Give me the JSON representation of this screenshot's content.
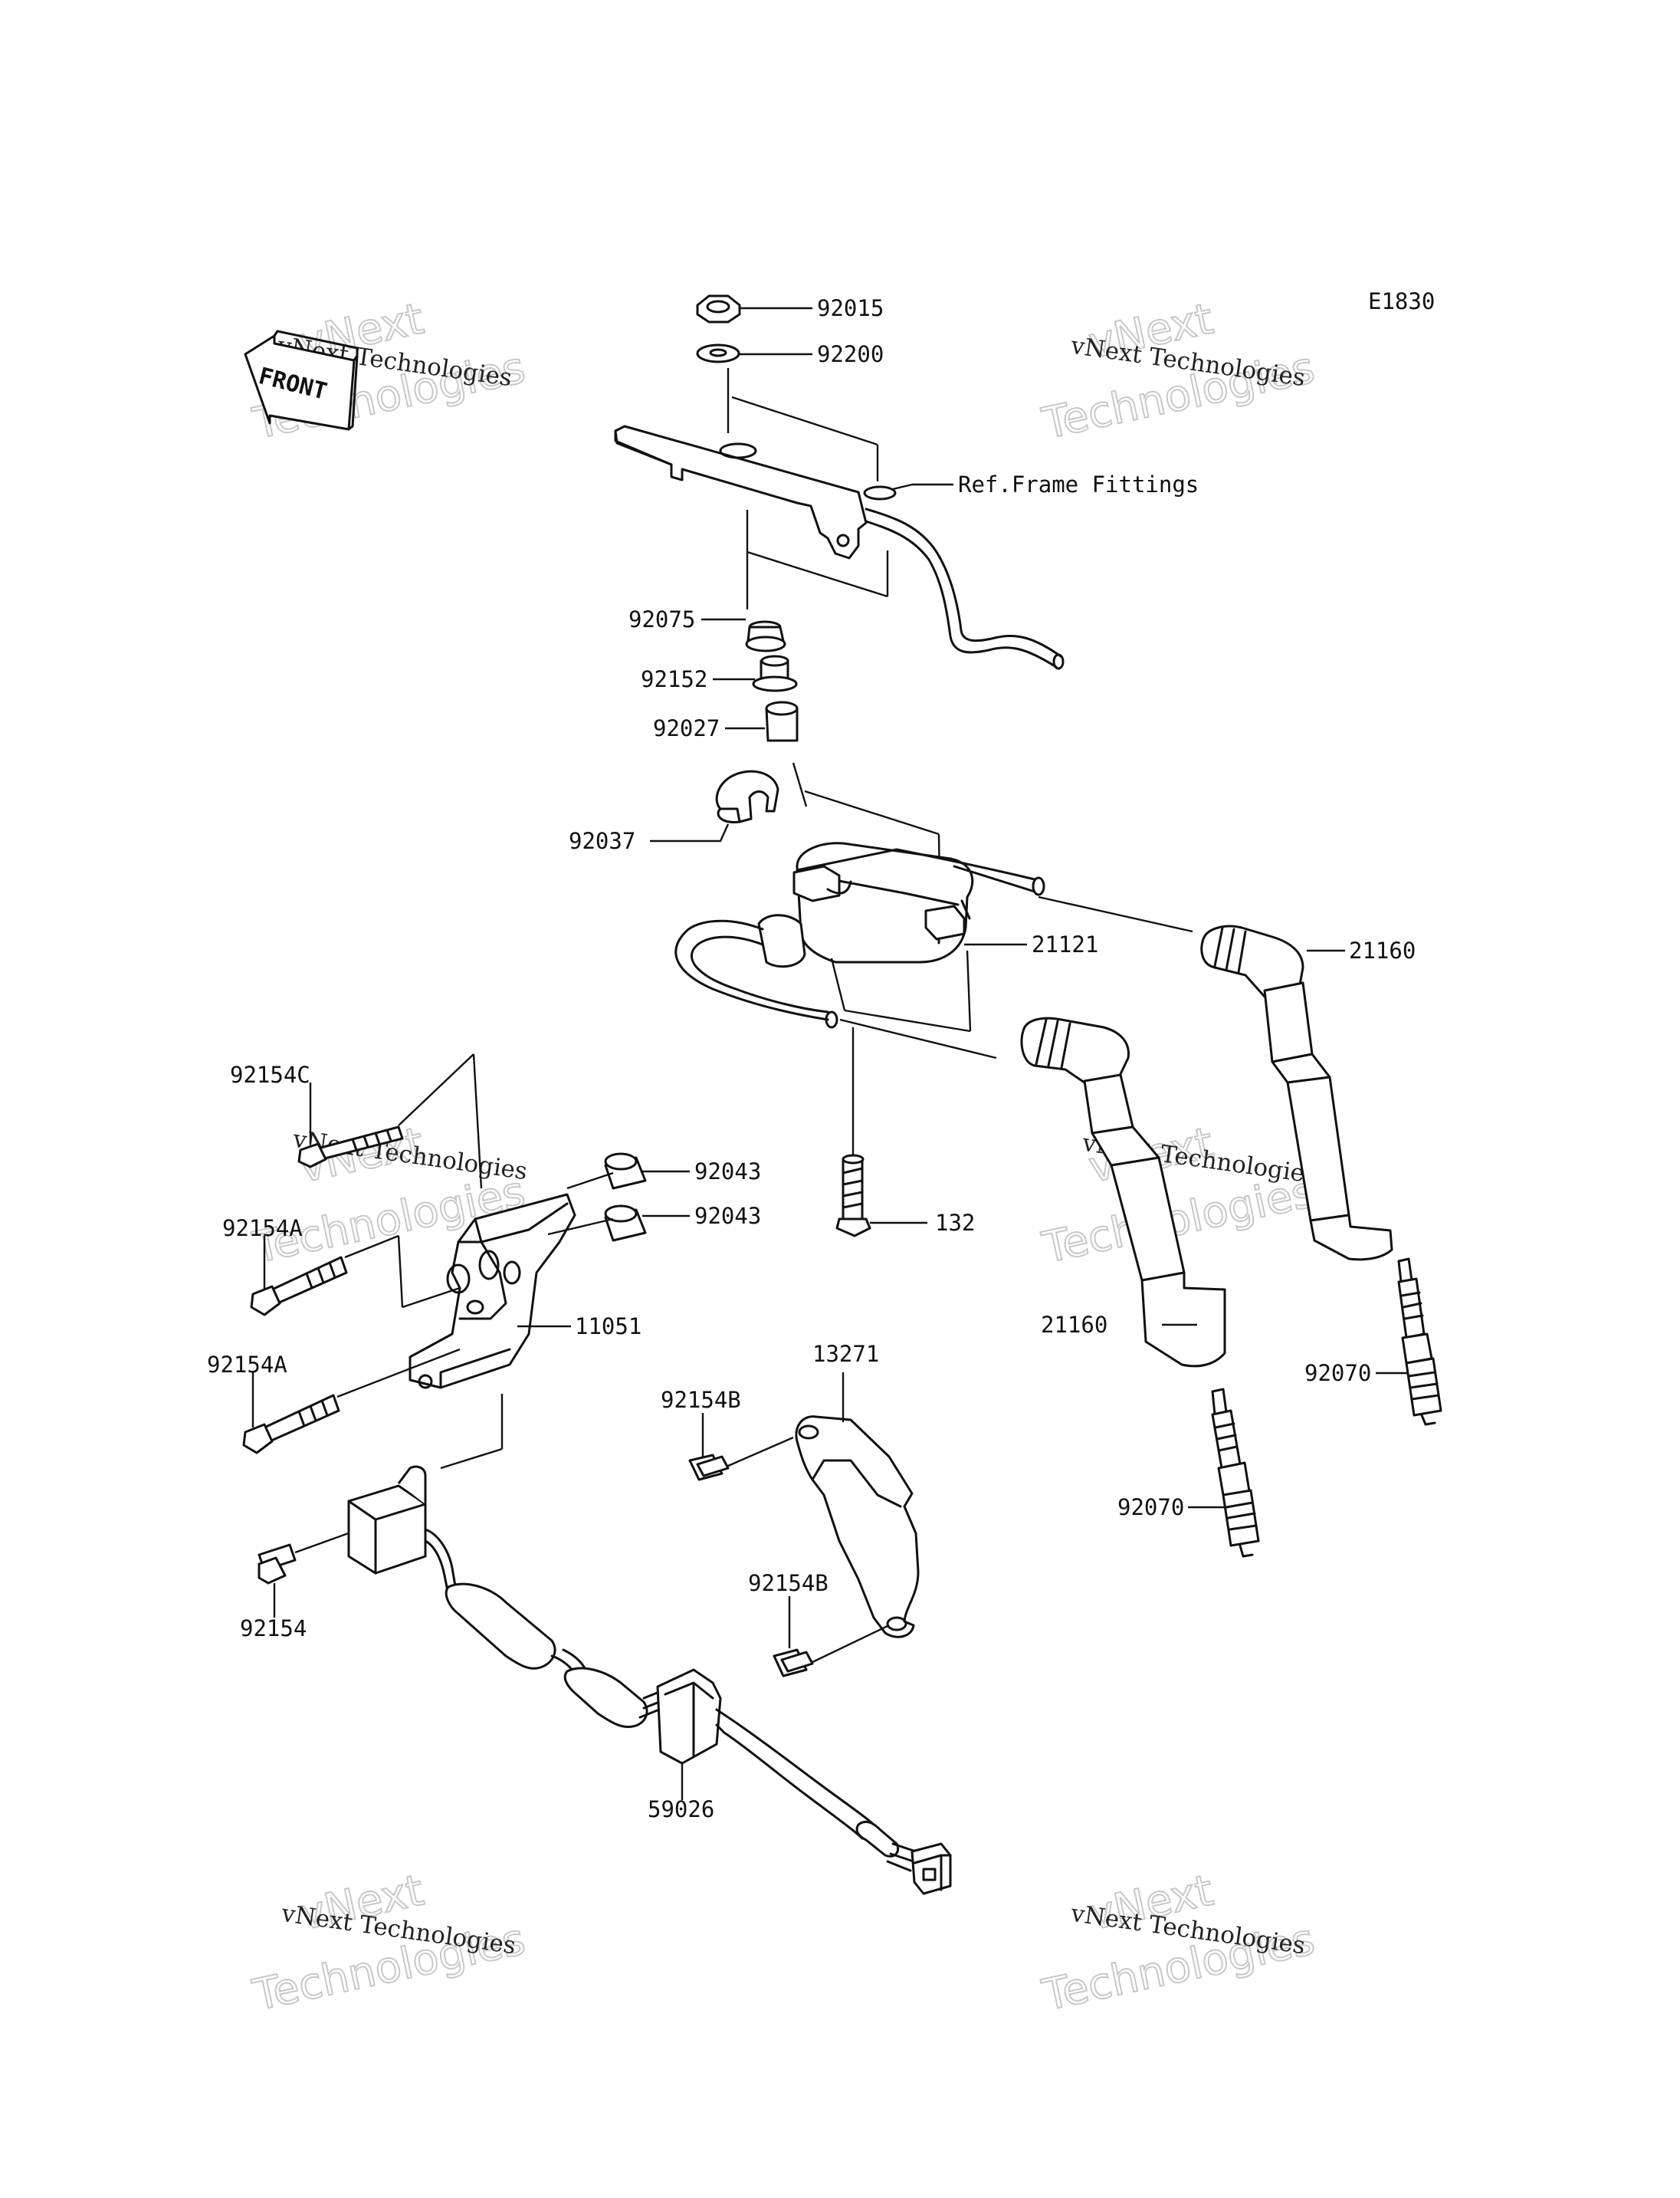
{
  "diagram_code": "E1830",
  "front_label": "FRONT",
  "ref_label": "Ref.Frame Fittings",
  "watermark": {
    "line1": "vNext Technologies",
    "line2a": "vNext",
    "line2b": "Technologies"
  },
  "parts": {
    "p92015": "92015",
    "p92200": "92200",
    "p92075": "92075",
    "p92152": "92152",
    "p92027": "92027",
    "p92037": "92037",
    "p21121": "21121",
    "p21160a": "21160",
    "p21160b": "21160",
    "p92154C": "92154C",
    "p92043a": "92043",
    "p92043b": "92043",
    "p132": "132",
    "p92154A1": "92154A",
    "p92154A2": "92154A",
    "p11051": "11051",
    "p13271": "13271",
    "p92154B1": "92154B",
    "p92154B2": "92154B",
    "p92070a": "92070",
    "p92070b": "92070",
    "p92154": "92154",
    "p59026": "59026"
  }
}
